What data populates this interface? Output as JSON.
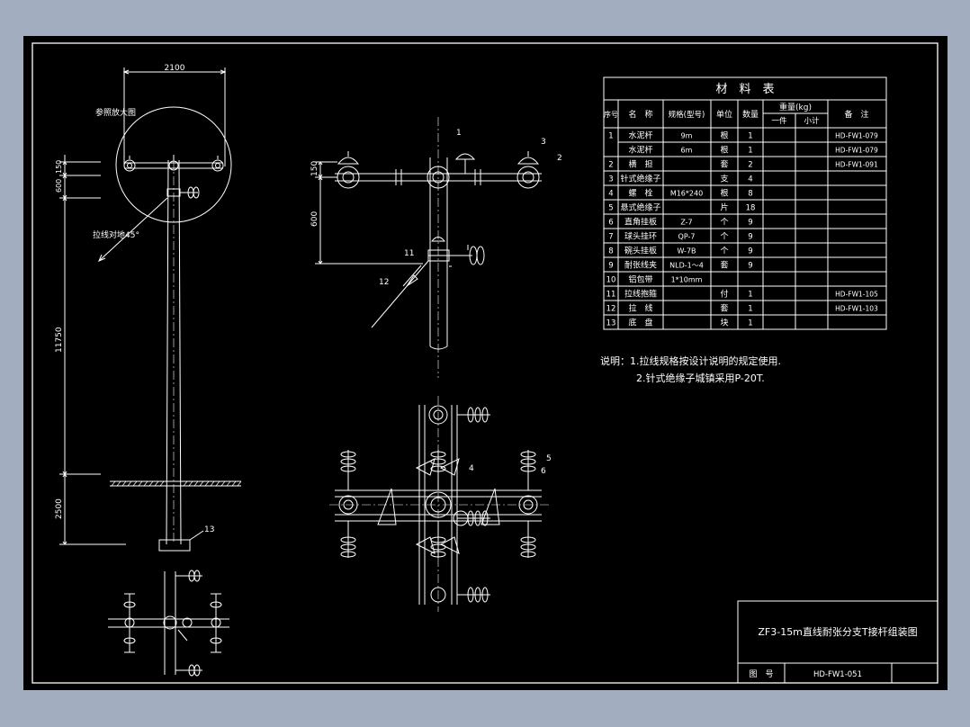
{
  "colors": {
    "frame_bg": "#a2aebf",
    "sheet": "#000000",
    "line": "#ffffff"
  },
  "dims": {
    "top_width": "2100",
    "pole_150": "150",
    "pole_600": "600",
    "pole_11750": "11750",
    "pole_2500": "2500",
    "detail_150": "150",
    "detail_600": "600"
  },
  "notes_left": {
    "zoom_ref": "参照放大图",
    "guy_angle": "拉线对地45°"
  },
  "callouts": [
    "1",
    "2",
    "3",
    "4",
    "5",
    "6",
    "11",
    "12",
    "13"
  ],
  "material_table": {
    "title": "材　料　表",
    "headers": {
      "seq": "序号",
      "name": "名　称",
      "spec": "规格(型号)",
      "unit": "单位",
      "qty": "数量",
      "weight": "重量(kg)",
      "w_each": "一件",
      "w_total": "小计",
      "remark": "备　注"
    },
    "rows": [
      {
        "no": "1",
        "name": "水泥杆",
        "spec": "9m",
        "unit": "根",
        "qty": "1",
        "remark": "HD-FW1-079"
      },
      {
        "no": "",
        "name": "水泥杆",
        "spec": "6m",
        "unit": "根",
        "qty": "1",
        "remark": "HD-FW1-079"
      },
      {
        "no": "2",
        "name": "横　担",
        "spec": "",
        "unit": "套",
        "qty": "2",
        "remark": "HD-FW1-091"
      },
      {
        "no": "3",
        "name": "针式绝缘子",
        "spec": "",
        "unit": "支",
        "qty": "4",
        "remark": ""
      },
      {
        "no": "4",
        "name": "螺　栓",
        "spec": "M16*240",
        "unit": "根",
        "qty": "8",
        "remark": ""
      },
      {
        "no": "5",
        "name": "悬式绝缘子",
        "spec": "",
        "unit": "片",
        "qty": "18",
        "remark": ""
      },
      {
        "no": "6",
        "name": "直角挂板",
        "spec": "Z-7",
        "unit": "个",
        "qty": "9",
        "remark": ""
      },
      {
        "no": "7",
        "name": "球头挂环",
        "spec": "QP-7",
        "unit": "个",
        "qty": "9",
        "remark": ""
      },
      {
        "no": "8",
        "name": "碗头挂板",
        "spec": "W-7B",
        "unit": "个",
        "qty": "9",
        "remark": ""
      },
      {
        "no": "9",
        "name": "耐张线夹",
        "spec": "NLD-1～4",
        "unit": "套",
        "qty": "9",
        "remark": ""
      },
      {
        "no": "10",
        "name": "铝包带",
        "spec": "1*10mm",
        "unit": "",
        "qty": "",
        "remark": ""
      },
      {
        "no": "11",
        "name": "拉线抱箍",
        "spec": "",
        "unit": "付",
        "qty": "1",
        "remark": "HD-FW1-105"
      },
      {
        "no": "12",
        "name": "拉　线",
        "spec": "",
        "unit": "套",
        "qty": "1",
        "remark": "HD-FW1-103"
      },
      {
        "no": "13",
        "name": "底　盘",
        "spec": "",
        "unit": "块",
        "qty": "1",
        "remark": ""
      }
    ]
  },
  "notes": {
    "line1": "说明：1.拉线规格按设计说明的规定使用.",
    "line2": "2.针式绝缘子城镇采用P-20T."
  },
  "title_block": {
    "title": "ZF3-15m直线耐张分支T接杆组装图",
    "drawing_no_label": "图　号",
    "drawing_no": "HD-FW1-051"
  }
}
